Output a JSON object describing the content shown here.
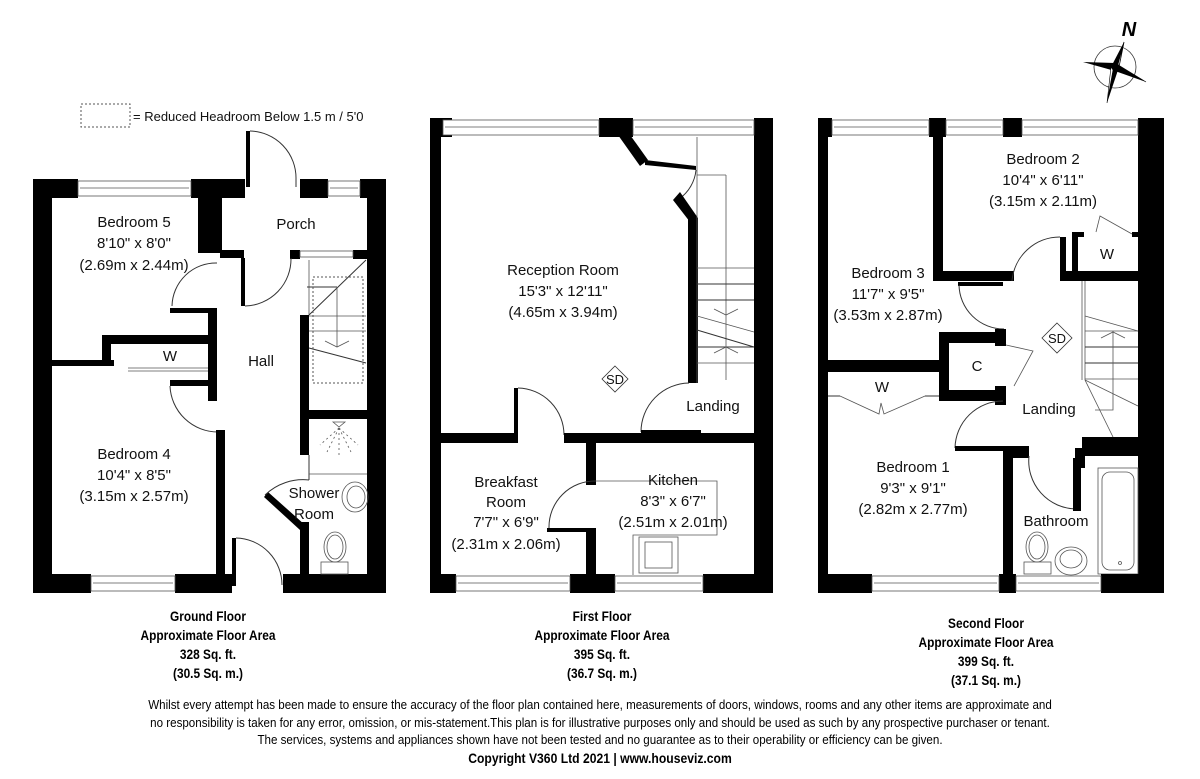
{
  "legend": {
    "symbol": "dotted-rectangle",
    "text": "=  Reduced Headroom Below 1.5 m / 5'0"
  },
  "compass": {
    "label": "N",
    "icon": "compass-rose-icon"
  },
  "floors": [
    {
      "name": "Ground Floor",
      "area_label": "Approximate Floor Area",
      "sq_ft": "328 Sq. ft.",
      "sq_m": "(30.5 Sq. m.)",
      "rooms": [
        {
          "name": "Bedroom 5",
          "imperial": "8'10\" x 8'0\"",
          "metric": "(2.69m x 2.44m)"
        },
        {
          "name": "Porch"
        },
        {
          "name": "Hall"
        },
        {
          "name": "W"
        },
        {
          "name": "Bedroom 4",
          "imperial": "10'4\" x 8'5\"",
          "metric": "(3.15m x 2.57m)"
        },
        {
          "name_line1": "Shower",
          "name_line2": "Room"
        }
      ]
    },
    {
      "name": "First Floor",
      "area_label": "Approximate Floor Area",
      "sq_ft": "395 Sq. ft.",
      "sq_m": "(36.7 Sq. m.)",
      "rooms": [
        {
          "name": "Reception Room",
          "imperial": "15'3\" x 12'11\"",
          "metric": "(4.65m x 3.94m)"
        },
        {
          "name": "Landing"
        },
        {
          "name_line1": "Breakfast",
          "name_line2": "Room",
          "imperial": "7'7\" x 6'9\"",
          "metric": "(2.31m x 2.06m)"
        },
        {
          "name": "Kitchen",
          "imperial": "8'3\" x 6'7\"",
          "metric": "(2.51m x 2.01m)"
        }
      ],
      "smoke_detector": "SD"
    },
    {
      "name": "Second Floor",
      "area_label": "Approximate Floor Area",
      "sq_ft": "399 Sq. ft.",
      "sq_m": "(37.1 Sq. m.)",
      "rooms": [
        {
          "name": "Bedroom 2",
          "imperial": "10'4\" x 6'11\"",
          "metric": "(3.15m x 2.11m)"
        },
        {
          "name": "W"
        },
        {
          "name": "Bedroom 3",
          "imperial": "11'7\" x 9'5\"",
          "metric": "(3.53m x 2.87m)"
        },
        {
          "name": "C"
        },
        {
          "name": "W"
        },
        {
          "name": "Landing"
        },
        {
          "name": "Bedroom 1",
          "imperial": "9'3\" x 9'1\"",
          "metric": "(2.82m x 2.77m)"
        },
        {
          "name": "Bathroom"
        }
      ],
      "smoke_detector": "SD"
    }
  ],
  "disclaimer": [
    "Whilst every attempt has been made to ensure the accuracy of the floor plan contained here, measurements of doors, windows, rooms and any other items are approximate and",
    "no responsibility is taken for any error, omission, or mis-statement.This plan is for illustrative purposes only and should be used as such by any prospective purchaser or tenant.",
    "The services, systems and appliances shown have not been tested and no guarantee as to their operability or efficiency can be given."
  ],
  "copyright": "Copyright V360 Ltd 2021 | www.houseviz.com"
}
